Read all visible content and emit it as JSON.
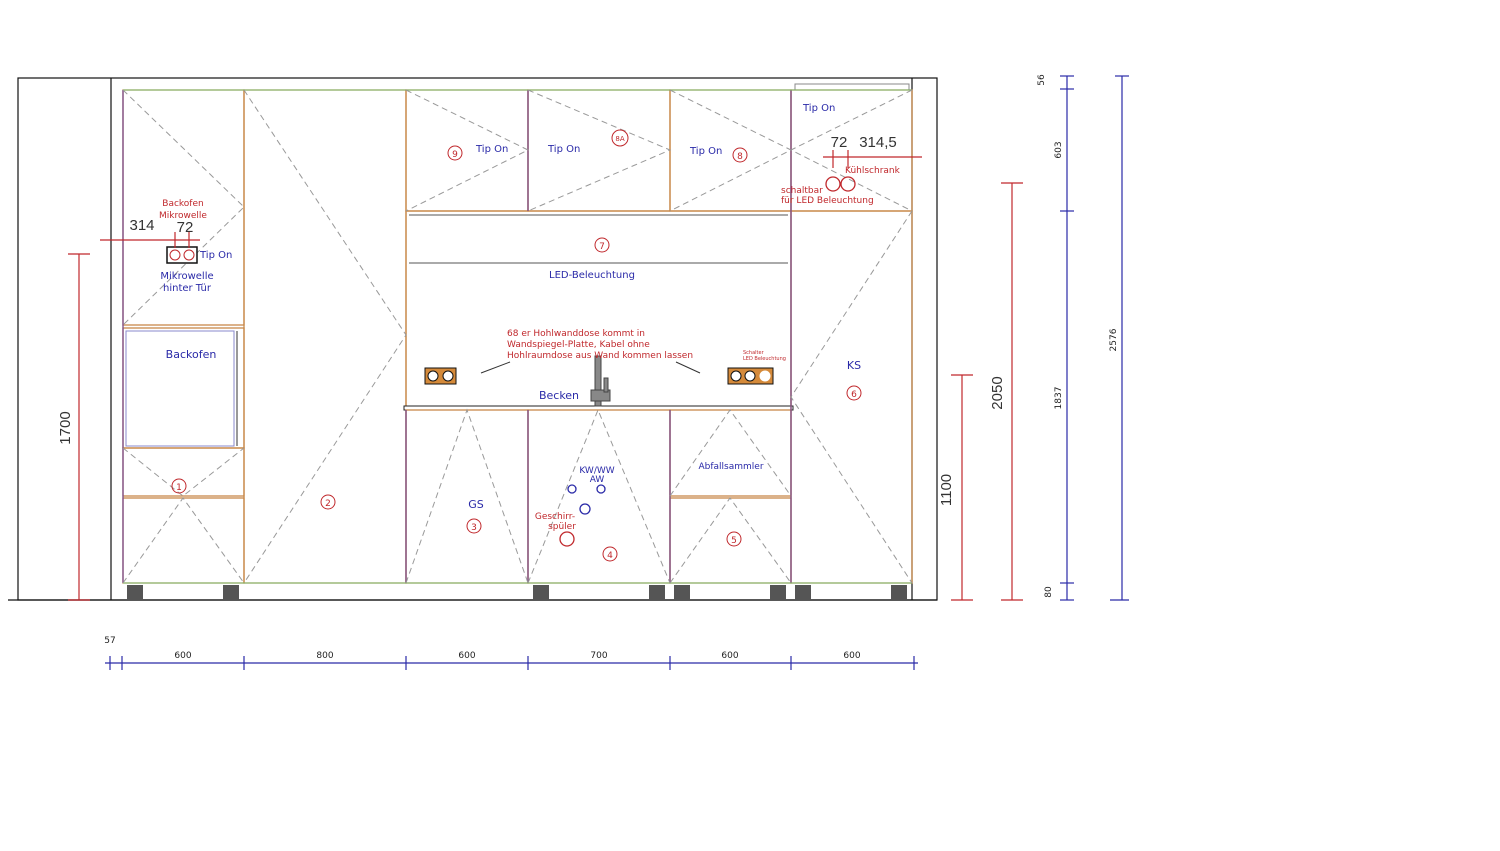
{
  "labels": {
    "backofen_mikrowelle_1": "Backofen",
    "backofen_mikrowelle_2": "Mikrowelle",
    "tip_on": "Tip On",
    "mikrowelle_1": "Mikrowelle",
    "mikrowelle_2": "hinter Tür",
    "backofen": "Backofen",
    "led": "LED-Beleuchtung",
    "note_1": "68 er Hohlwanddose kommt in",
    "note_2": "Wandspiegel-Platte, Kabel ohne",
    "note_3": "Hohlraumdose aus Wand kommen lassen",
    "schalter_1": "Schalter",
    "schalter_2": "LED Beleuchtung",
    "becken": "Becken",
    "ks": "KS",
    "gs": "GS",
    "kw_ww": "KW/WW",
    "aw": "AW",
    "geschirr_1": "Geschirr-",
    "geschirr_2": "spüler",
    "abfall": "Abfallsammler",
    "kuehlschrank": "Kühlschrank",
    "schaltbar_1": "schaltbar",
    "schaltbar_2": "für LED Beleuchtung"
  },
  "cabinet_numbers": [
    "1",
    "2",
    "3",
    "4",
    "5",
    "6",
    "7",
    "8",
    "9",
    "8A"
  ],
  "dimensions": {
    "left_314": "314",
    "left_72": "72",
    "right_72": "72",
    "right_3145": "314,5",
    "h_1700": "1700",
    "h_1100": "1100",
    "h_2050": "2050",
    "v_56": "56",
    "v_603": "603",
    "v_1837": "1837",
    "v_80": "80",
    "v_2576": "2576",
    "w_57": "57",
    "widths": [
      "600",
      "800",
      "600",
      "700",
      "600",
      "600"
    ]
  },
  "colors": {
    "blue": "#2a2aa8",
    "red": "#c0282c",
    "wood": "#c8894a"
  }
}
